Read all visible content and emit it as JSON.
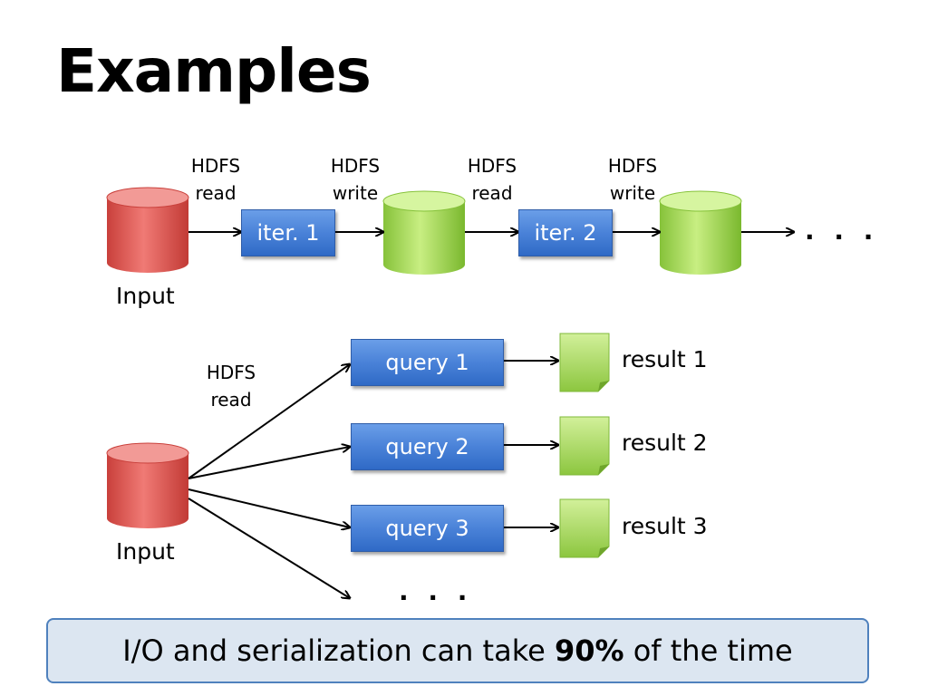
{
  "title": "Examples",
  "top_row": {
    "labels": [
      {
        "line1": "HDFS",
        "line2": "read"
      },
      {
        "line1": "HDFS",
        "line2": "write"
      },
      {
        "line1": "HDFS",
        "line2": "read"
      },
      {
        "line1": "HDFS",
        "line2": "write"
      }
    ],
    "iterations": [
      "iter. 1",
      "iter. 2"
    ],
    "input_label": "Input",
    "ellipsis": ". . ."
  },
  "bottom_row": {
    "read_label": {
      "line1": "HDFS",
      "line2": "read"
    },
    "queries": [
      "query 1",
      "query 2",
      "query 3"
    ],
    "results": [
      "result 1",
      "result 2",
      "result 3"
    ],
    "input_label": "Input",
    "ellipsis": ". . ."
  },
  "callout": {
    "prefix": "I/O and serialization can take ",
    "highlight": "90%",
    "suffix": " of the time"
  },
  "colors": {
    "input_red": "#d9534f",
    "storage_green": "#8fcf3c",
    "box_blue": "#4a82d8",
    "callout_bg": "#dce6f1",
    "callout_border": "#4f81bd"
  }
}
